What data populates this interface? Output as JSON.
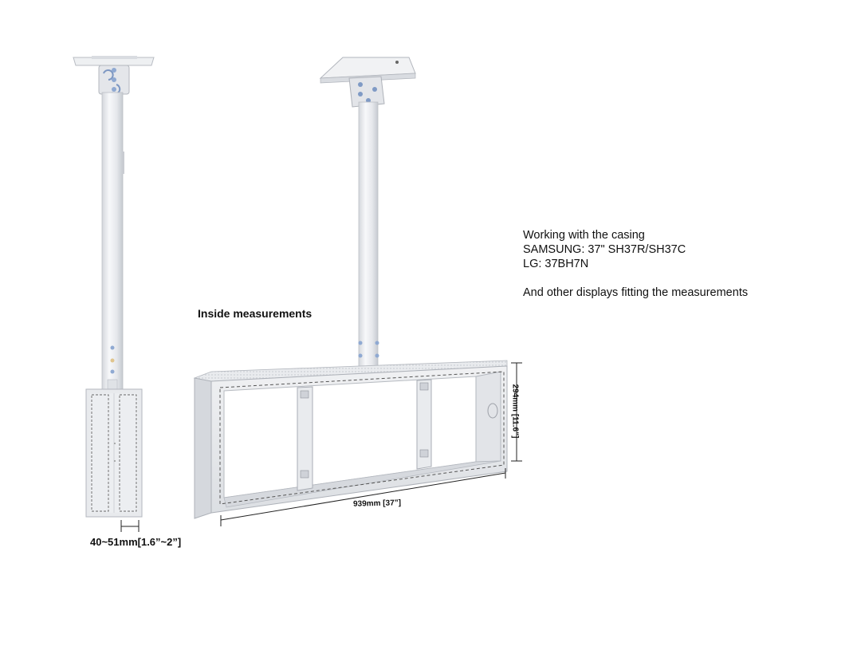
{
  "colors": {
    "metal_light": "#f3f4f6",
    "metal_mid": "#e2e4e8",
    "metal_dark": "#c9ccd2",
    "edge": "#a9adb5",
    "bolt": "#6d8fbf",
    "text": "#111111"
  },
  "labels": {
    "inside_measurements": "Inside measurements",
    "width_dimension": "939mm [37”]",
    "height_dimension": "294mm [11.6”]",
    "depth_dimension": "40~51mm[1.6”~2”]"
  },
  "info": {
    "line1": "Working with the casing",
    "line2": "SAMSUNG: 37\" SH37R/SH37C",
    "line3": "LG: 37BH7N",
    "line4": "And other displays fitting the measurements"
  },
  "icons": [
    "ceiling-mount-plate",
    "tilt-bracket",
    "pole",
    "screw-bolt",
    "cable-knockout"
  ]
}
